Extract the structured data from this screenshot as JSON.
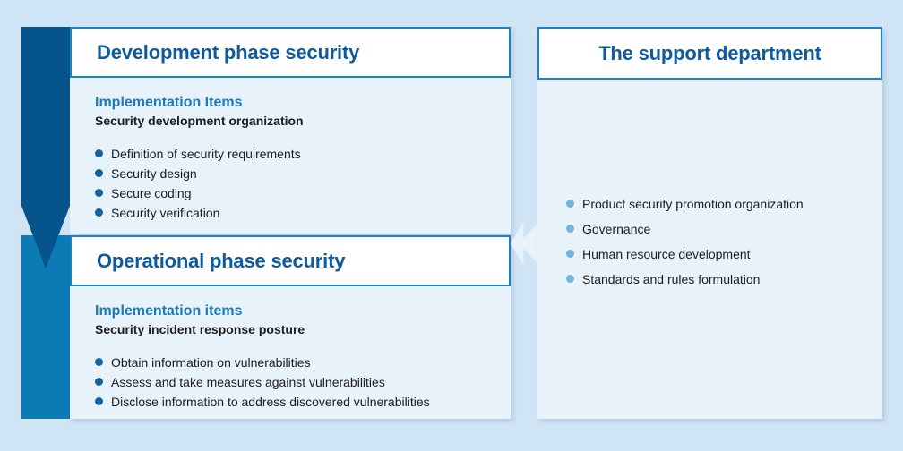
{
  "palette": {
    "background": "#cfe5f6",
    "rail_dark": "#05548c",
    "rail_mid": "#0b7ab5",
    "card_bg": "#e8f2fb",
    "header_border": "#1b82c4",
    "title_blue": "#0d5a9e",
    "kicker_blue": "#1b79bc",
    "bullet_dark": "#14629f",
    "bullet_light": "#6fb5dd",
    "body_text": "#1c1c1c"
  },
  "left_column": {
    "rail": {
      "upper_name": "development-phase-arrow",
      "lower_name": "operational-phase-bar"
    },
    "cards": [
      {
        "title": "Development phase security",
        "kicker": "Implementation Items",
        "subtitle": "Security development organization",
        "bullets": [
          "Definition of security requirements",
          "Security design",
          "Secure coding",
          "Security verification"
        ]
      },
      {
        "title": "Operational phase security",
        "kicker": "Implementation items",
        "subtitle": "Security incident response posture",
        "bullets": [
          "Obtain information on vulnerabilities",
          "Assess and take measures against vulnerabilities",
          "Disclose information to address discovered vulnerabilities"
        ]
      }
    ]
  },
  "right_column": {
    "card": {
      "title": "The support department",
      "bullets": [
        "Product security promotion organization",
        "Governance",
        "Human resource development",
        "Standards and rules formulation"
      ]
    }
  },
  "connector": {
    "icon": "chevron-left-icon"
  }
}
